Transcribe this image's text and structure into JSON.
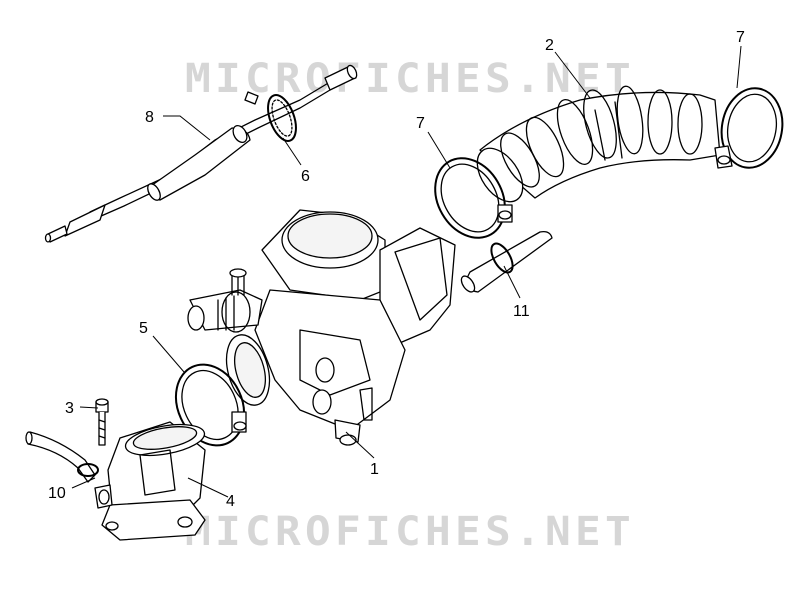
{
  "watermark": {
    "top_text": "MICROFICHES.NET",
    "bottom_text": "MICROFICHES.NET",
    "color": "#d6d6d6"
  },
  "colors": {
    "line": "#000000",
    "fill": "#ffffff",
    "shade": "#e6e6e6"
  },
  "callouts": [
    {
      "id": "1",
      "label": "1"
    },
    {
      "id": "2",
      "label": "2"
    },
    {
      "id": "3",
      "label": "3"
    },
    {
      "id": "4",
      "label": "4"
    },
    {
      "id": "5",
      "label": "5"
    },
    {
      "id": "6",
      "label": "6"
    },
    {
      "id": "7a",
      "label": "7"
    },
    {
      "id": "7b",
      "label": "7"
    },
    {
      "id": "8",
      "label": "8"
    },
    {
      "id": "10",
      "label": "10"
    },
    {
      "id": "11",
      "label": "11"
    }
  ]
}
